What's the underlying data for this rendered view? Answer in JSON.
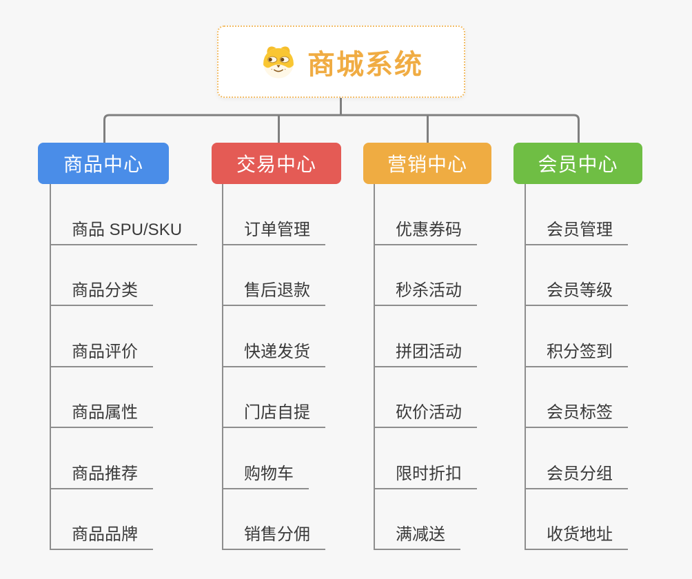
{
  "root": {
    "title": "商城系统",
    "icon": "dog-face-icon"
  },
  "branches": [
    {
      "id": "product-center",
      "label": "商品中心",
      "color": "#4a8de8",
      "children": [
        "商品 SPU/SKU",
        "商品分类",
        "商品评价",
        "商品属性",
        "商品推荐",
        "商品品牌"
      ]
    },
    {
      "id": "trade-center",
      "label": "交易中心",
      "color": "#e45b55",
      "children": [
        "订单管理",
        "售后退款",
        "快递发货",
        "门店自提",
        "购物车",
        "销售分佣"
      ]
    },
    {
      "id": "marketing-center",
      "label": "营销中心",
      "color": "#efac42",
      "children": [
        "优惠券码",
        "秒杀活动",
        "拼团活动",
        "砍价活动",
        "限时折扣",
        "满减送"
      ]
    },
    {
      "id": "member-center",
      "label": "会员中心",
      "color": "#6fbe44",
      "children": [
        "会员管理",
        "会员等级",
        "积分签到",
        "会员标签",
        "会员分组",
        "收货地址"
      ]
    }
  ],
  "colors": {
    "background": "#f7f7f7",
    "connector_gray": "#7f7f7f",
    "leaf_line_gray": "#8d8d8d",
    "root_border_orange": "#f3bd66",
    "root_text_orange": "#f0ac43",
    "leaf_text": "#3a3a3a"
  }
}
